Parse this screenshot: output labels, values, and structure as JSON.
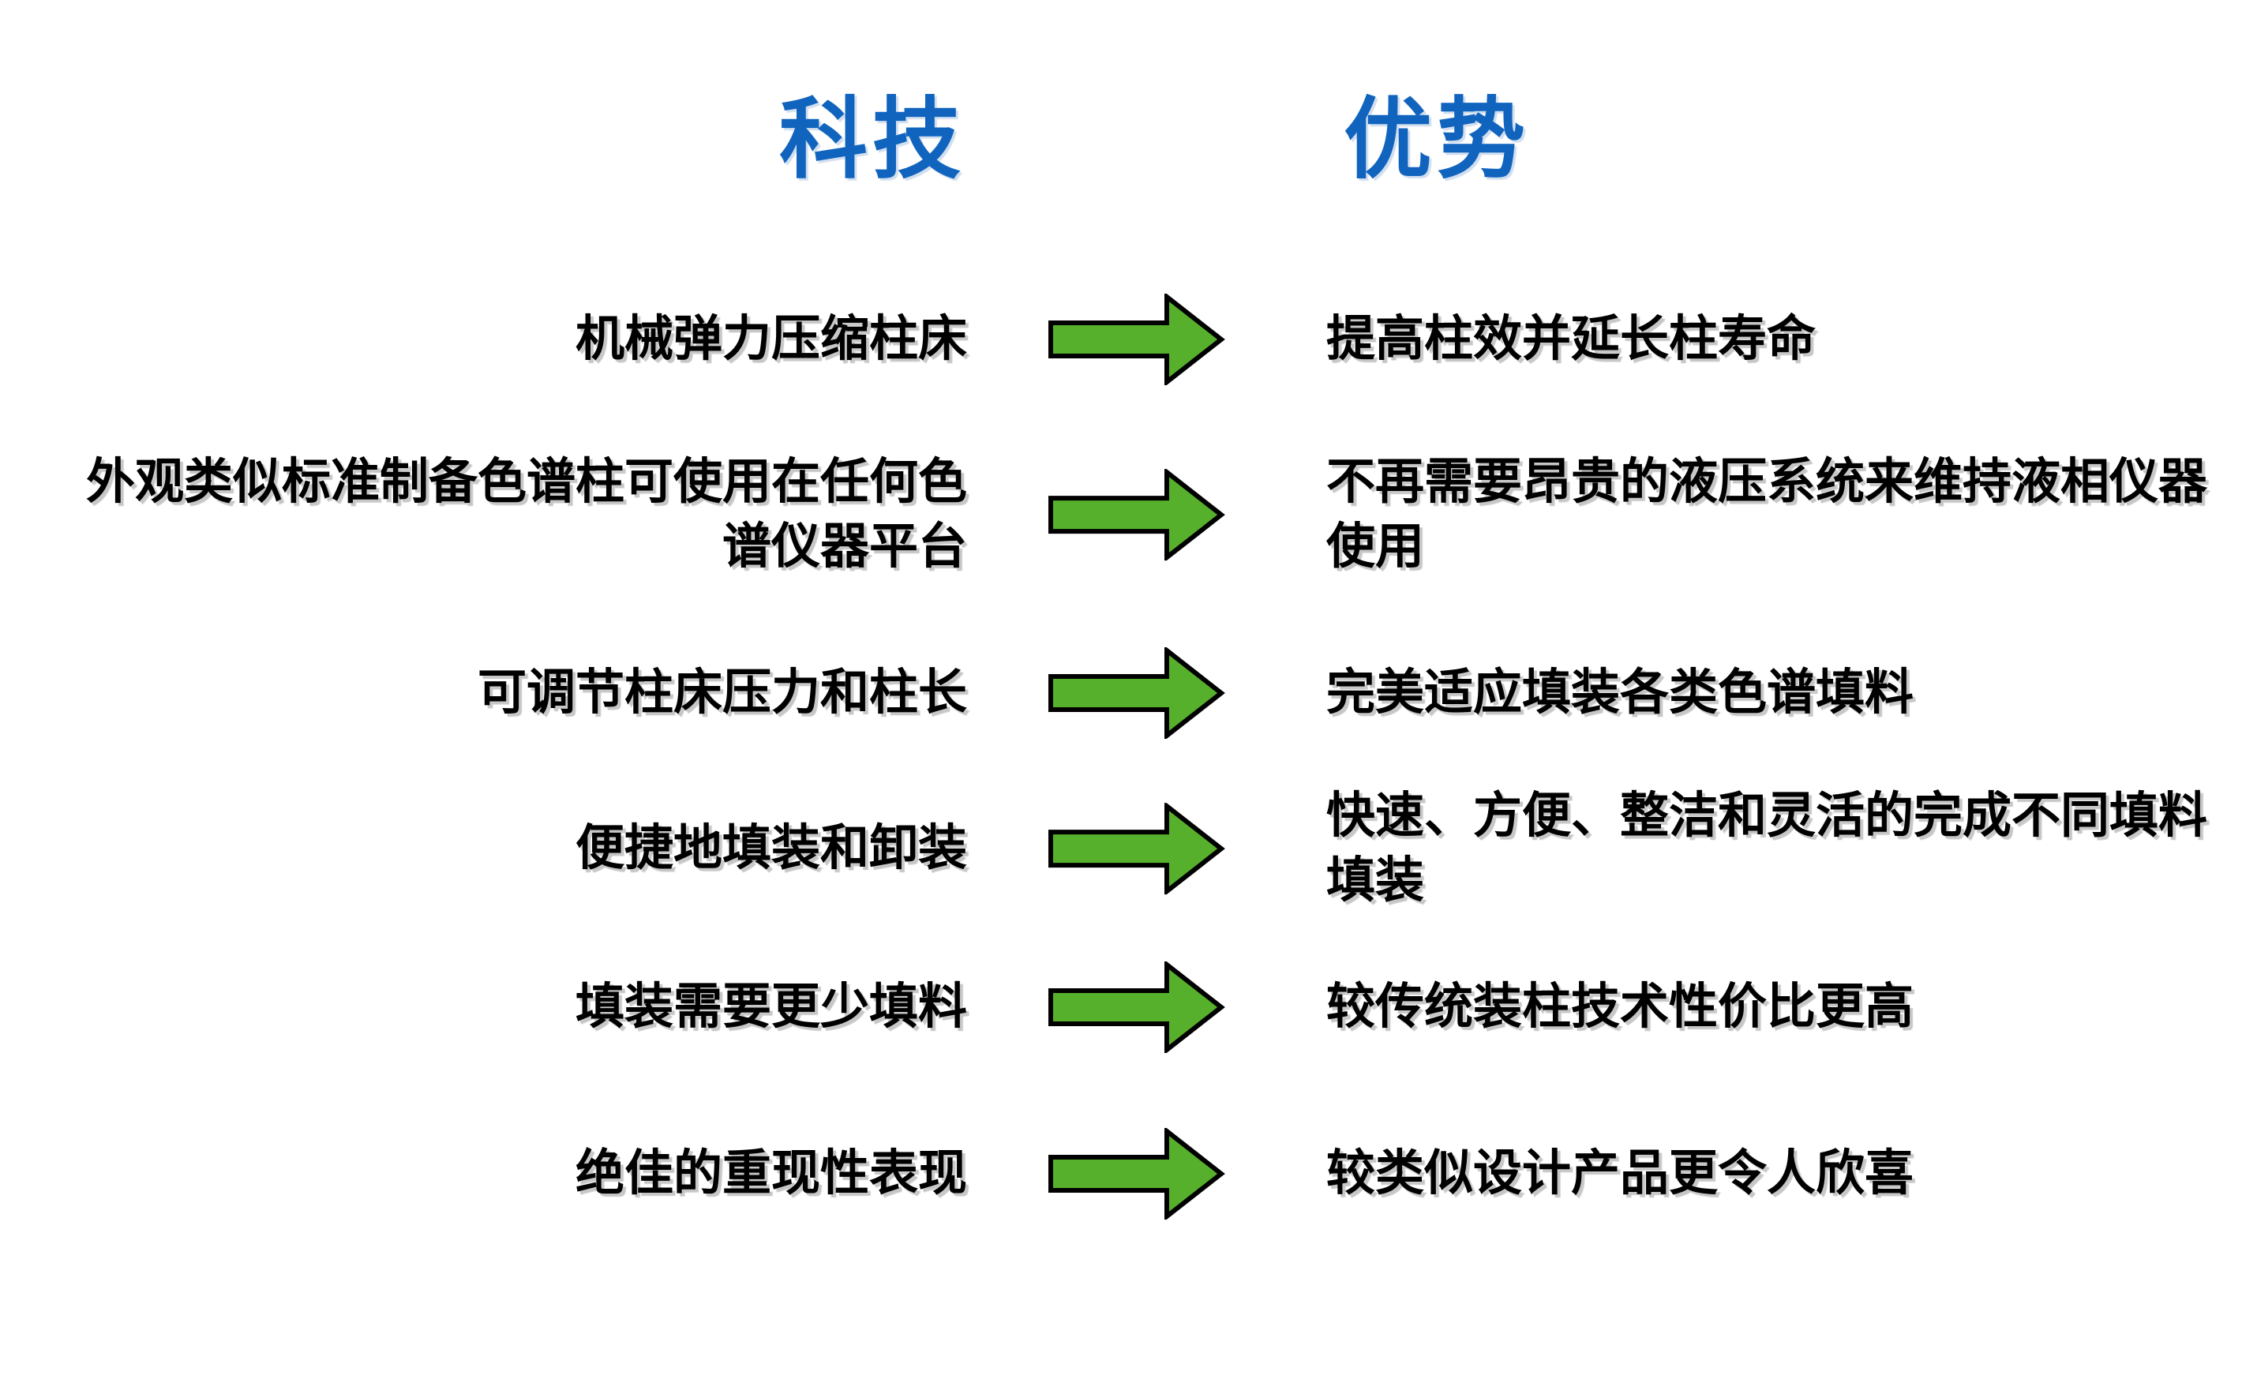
{
  "slide": {
    "columns": {
      "tech_title": "科技",
      "advantage_title": "优势"
    },
    "rows": [
      {
        "tech": "机械弹力压缩柱床",
        "advantage": "提高柱效并延长柱寿命"
      },
      {
        "tech": "外观类似标准制备色谱柱可使用在任何色谱仪器平台",
        "advantage": "不再需要昂贵的液压系统来维持液相仪器使用"
      },
      {
        "tech": "可调节柱床压力和柱长",
        "advantage": "完美适应填装各类色谱填料"
      },
      {
        "tech": "便捷地填装和卸装",
        "advantage": "快速、方便、整洁和灵活的完成不同填料填装"
      },
      {
        "tech": "填装需要更少填料",
        "advantage": "较传统装柱技术性价比更高"
      },
      {
        "tech": "绝佳的重现性表现",
        "advantage": "较类似设计产品更令人欣喜"
      }
    ],
    "icons": {
      "arrow": "right-block-arrow"
    },
    "colors": {
      "title_blue": "#1164BE",
      "arrow_green": "#57B02B",
      "arrow_outline": "#000000",
      "text_black": "#000000",
      "background": "#FFFFFF"
    }
  }
}
